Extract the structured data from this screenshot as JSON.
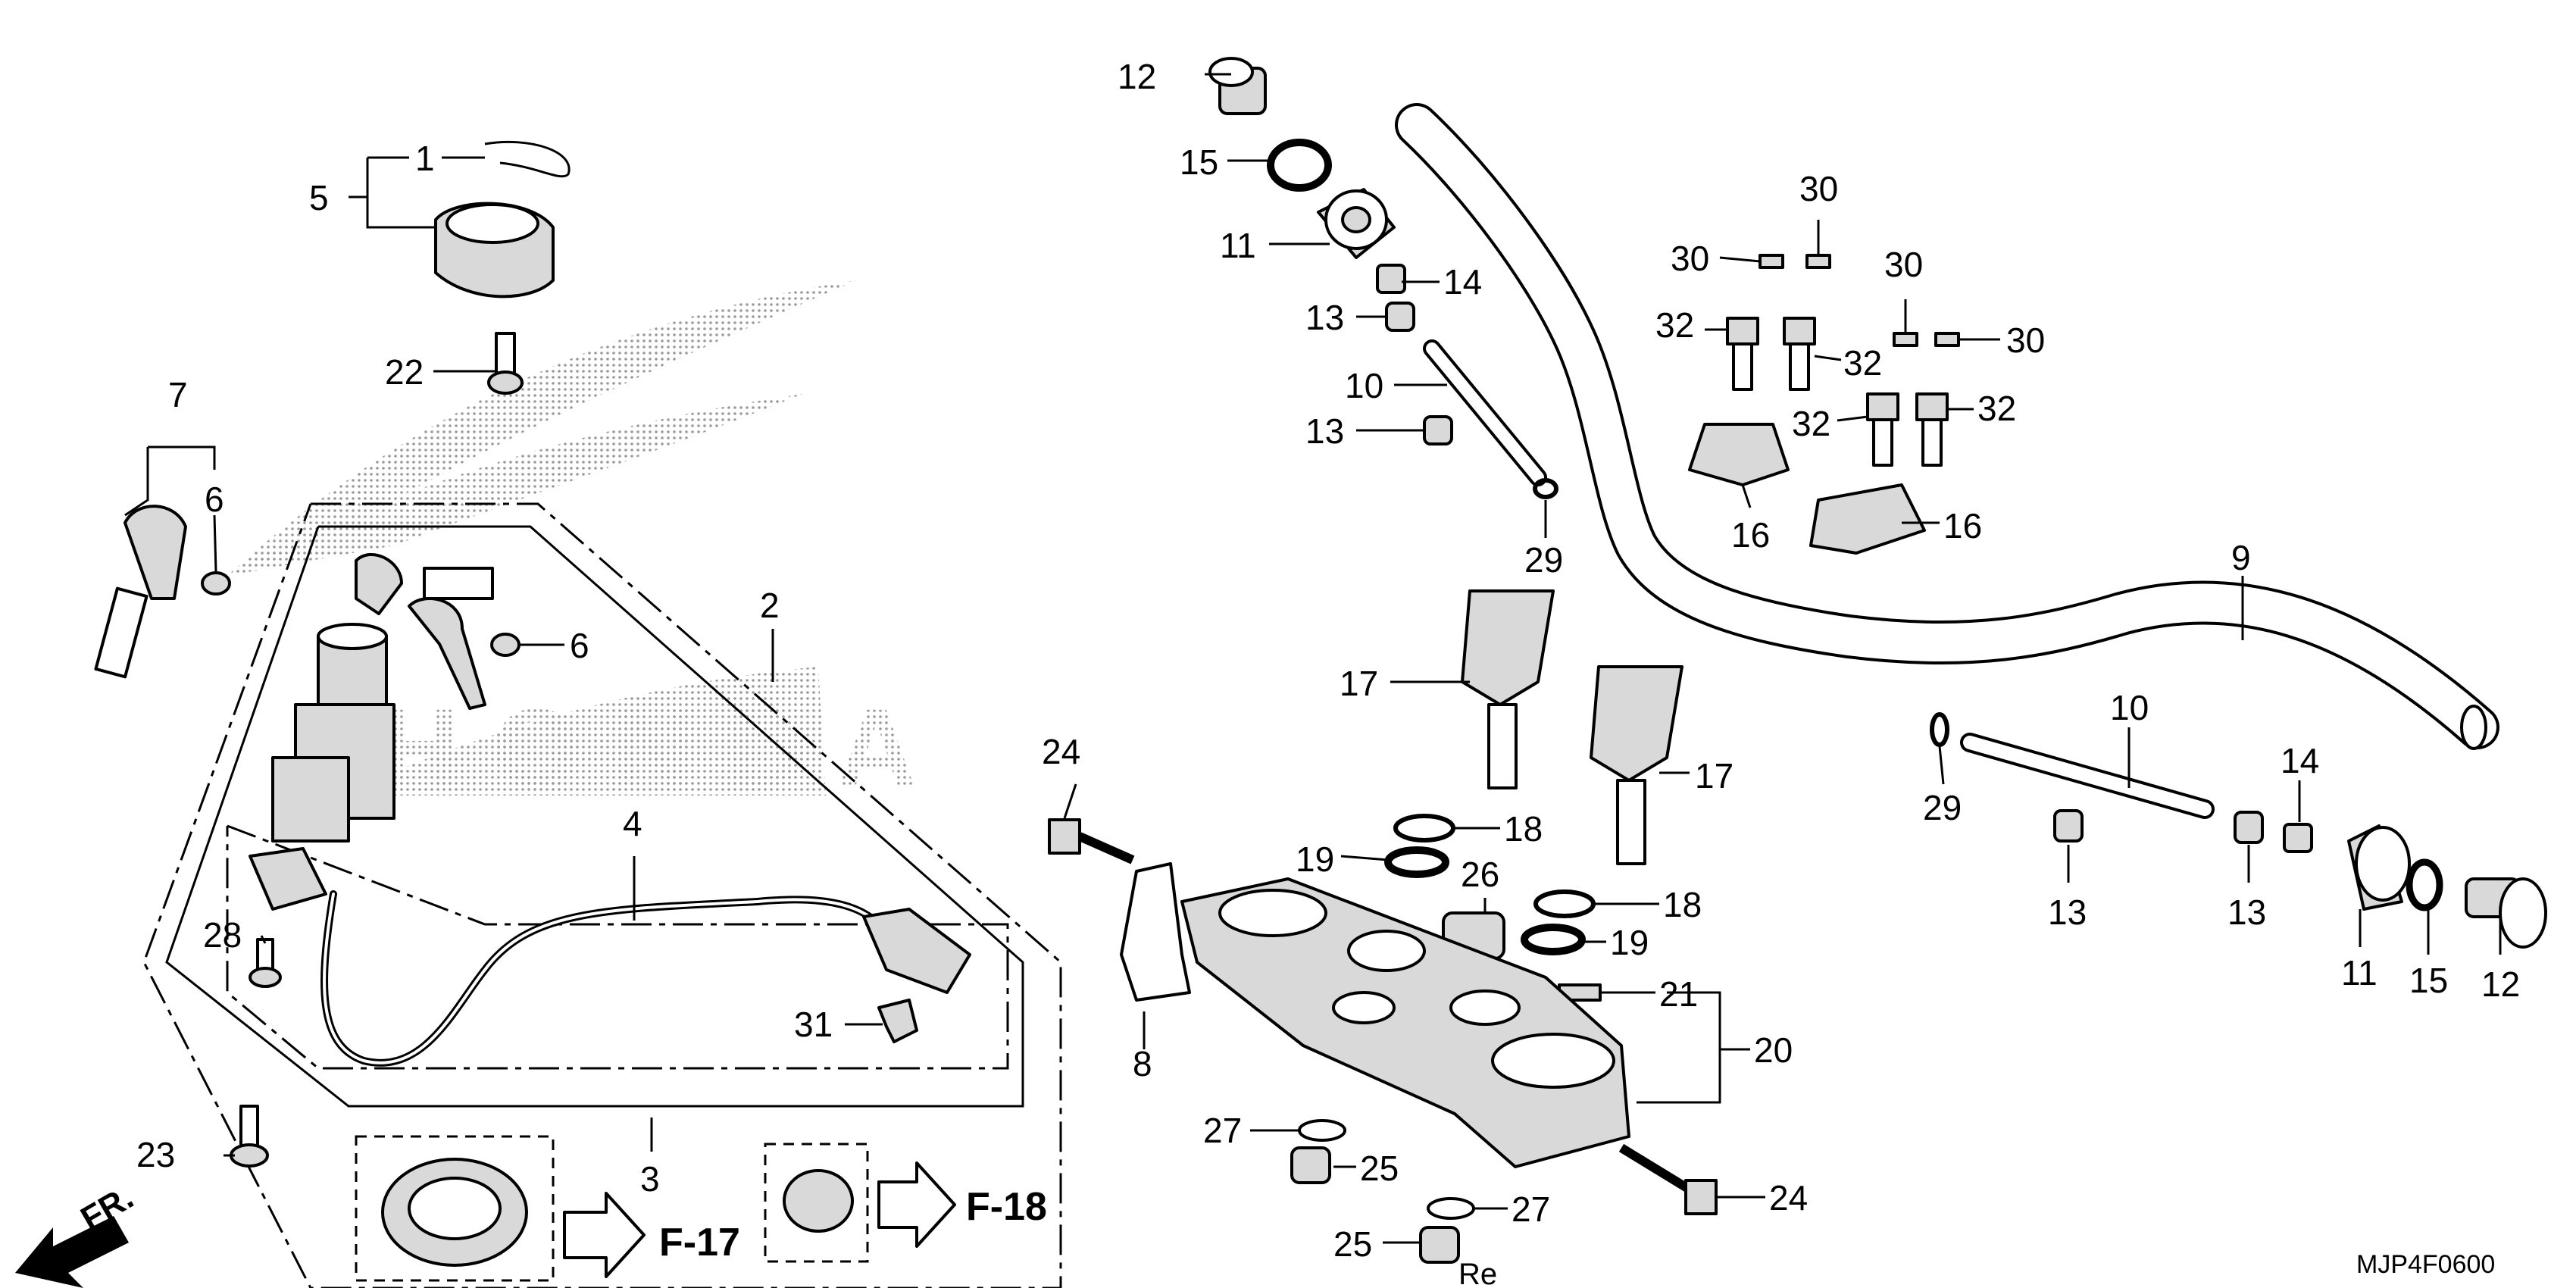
{
  "callouts": {
    "c1": "1",
    "c2": "2",
    "c3": "3",
    "c4": "4",
    "c5": "5",
    "c6a": "6",
    "c6b": "6",
    "c7": "7",
    "c8": "8",
    "c9": "9",
    "c10a": "10",
    "c10b": "10",
    "c11a": "11",
    "c11b": "11",
    "c12a": "12",
    "c12b": "12",
    "c13a": "13",
    "c13b": "13",
    "c13c": "13",
    "c13d": "13",
    "c14a": "14",
    "c14b": "14",
    "c15a": "15",
    "c15b": "15",
    "c16a": "16",
    "c16b": "16",
    "c17a": "17",
    "c17b": "17",
    "c18a": "18",
    "c18b": "18",
    "c19a": "19",
    "c19b": "19",
    "c20": "20",
    "c21": "21",
    "c22": "22",
    "c23": "23",
    "c24a": "24",
    "c24b": "24",
    "c25a": "25",
    "c25b": "25",
    "c26": "26",
    "c27a": "27",
    "c27b": "27",
    "c28": "28",
    "c29a": "29",
    "c29b": "29",
    "c30a": "30",
    "c30b": "30",
    "c30c": "30",
    "c30d": "30",
    "c31": "31",
    "c32a": "32",
    "c32b": "32",
    "c32c": "32",
    "c32d": "32"
  },
  "references": {
    "f17": "F-17",
    "f18": "F-18"
  },
  "direction_label": "FR.",
  "drawing_code": "MJP4F0600",
  "footer_mark": "Re",
  "colors": {
    "line": "#000000",
    "fill": "#ffffff",
    "watermark": "#9a9a9a"
  }
}
